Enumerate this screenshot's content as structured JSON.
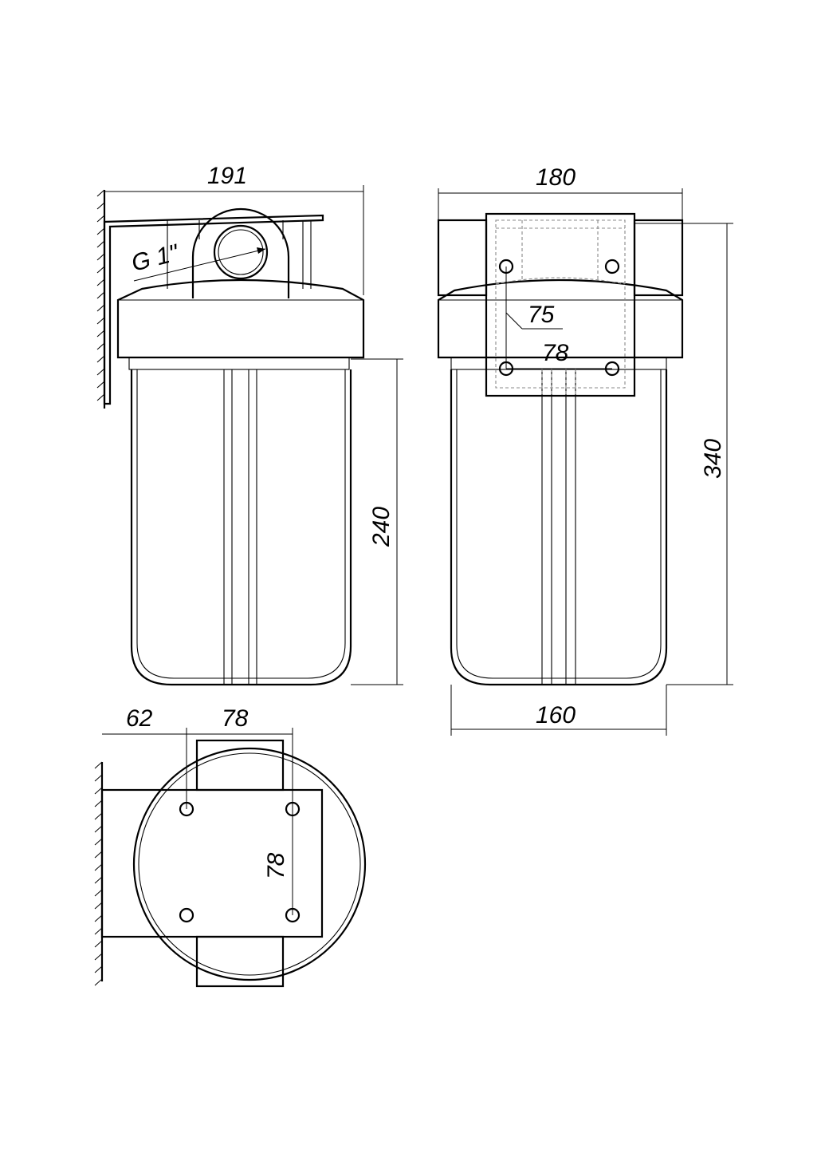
{
  "labels": {
    "side_width": "191",
    "front_width": "180",
    "thread": "G 1\"",
    "bowl_height": "240",
    "total_height": "340",
    "bracket_hole_h": "75",
    "bracket_hole_w": "78",
    "bowl_width": "160",
    "wall_offset": "62",
    "top_hole_spacing": "78",
    "top_hole_vertical": "78"
  }
}
